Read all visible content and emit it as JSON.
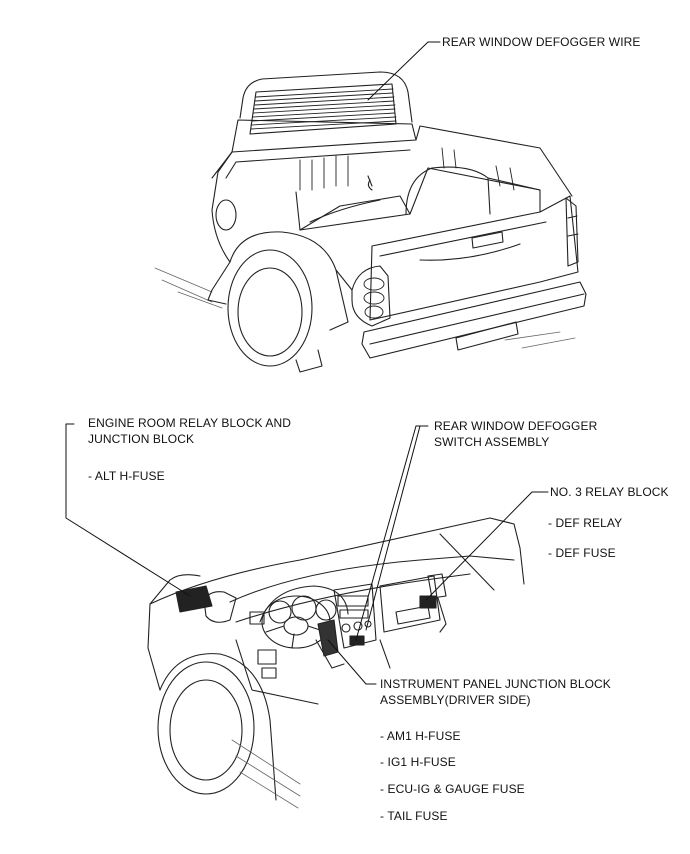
{
  "labels": {
    "rear_window_defogger_wire": "REAR WINDOW DEFOGGER WIRE",
    "engine_room_relay_line1": "ENGINE ROOM RELAY BLOCK AND",
    "engine_room_relay_line2": "JUNCTION BLOCK",
    "alt_h_fuse": "- ALT H-FUSE",
    "switch_assembly_line1": "REAR WINDOW DEFOGGER",
    "switch_assembly_line2": "SWITCH ASSEMBLY",
    "no3_relay_block": "NO. 3 RELAY BLOCK",
    "def_relay": "- DEF RELAY",
    "def_fuse": "- DEF FUSE",
    "ip_junction_line1": "INSTRUMENT PANEL JUNCTION BLOCK",
    "ip_junction_line2": "ASSEMBLY(DRIVER SIDE)",
    "am1_h_fuse": "- AM1 H-FUSE",
    "ig1_h_fuse": "- IG1 H-FUSE",
    "ecu_ig_gauge_fuse": "- ECU-IG & GAUGE FUSE",
    "tail_fuse": "- TAIL FUSE"
  }
}
